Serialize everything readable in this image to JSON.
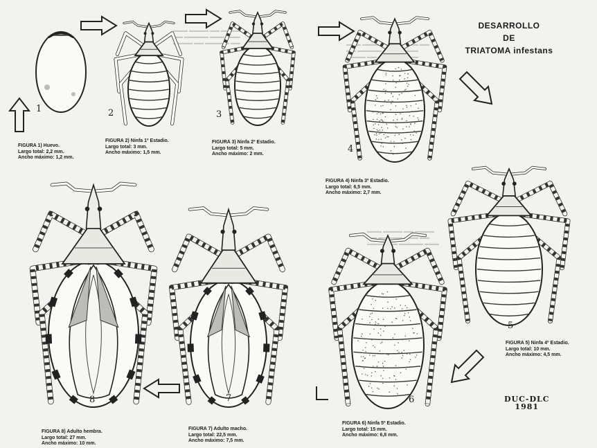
{
  "title": {
    "line1": "DESARROLLO",
    "line2": "DE",
    "line3": "TRIATOMA infestans"
  },
  "figures": [
    {
      "num": "1",
      "lines": [
        "FIGURA 1) Huevo.",
        "Largo total: 2,2 mm.",
        "Ancho máximo: 1,2 mm."
      ]
    },
    {
      "num": "2",
      "lines": [
        "FIGURA 2) Ninfa 1º Estadio.",
        "Largo total: 3 mm.",
        "Ancho máximo: 1,5 mm."
      ]
    },
    {
      "num": "3",
      "lines": [
        "FIGURA 3) Ninfa 2º Estadio.",
        "Largo total: 5 mm.",
        "Ancho máximo: 2 mm."
      ]
    },
    {
      "num": "4",
      "lines": [
        "FIGURA 4) Ninfa 3º Estadio.",
        "Largo total: 6,5 mm.",
        "Ancho máximo: 2,7 mm."
      ]
    },
    {
      "num": "5",
      "lines": [
        "FIGURA 5) Ninfa 4º Estadio.",
        "Largo total: 10 mm.",
        "Ancho máximo: 4,5 mm."
      ]
    },
    {
      "num": "6",
      "lines": [
        "FIGURA 6) Ninfa 5º Estadio.",
        "Largo total: 15 mm.",
        "Ancho máximo: 6,8 mm."
      ]
    },
    {
      "num": "7",
      "lines": [
        "FIGURA 7) Adulto macho.",
        "Largo total: 22,5 mm.",
        "Ancho máximo: 7,5 mm."
      ]
    },
    {
      "num": "8",
      "lines": [
        "FIGURA 8) Adulto hembra.",
        "Largo total: 27 mm.",
        "Ancho máximo: 10 mm."
      ]
    }
  ],
  "signature": {
    "line1": "DUC-DLC",
    "line2": "1981"
  },
  "colors": {
    "ink": "#1a1a1a",
    "paper": "#f2f2ef",
    "bleed": "#c9c9c4"
  }
}
